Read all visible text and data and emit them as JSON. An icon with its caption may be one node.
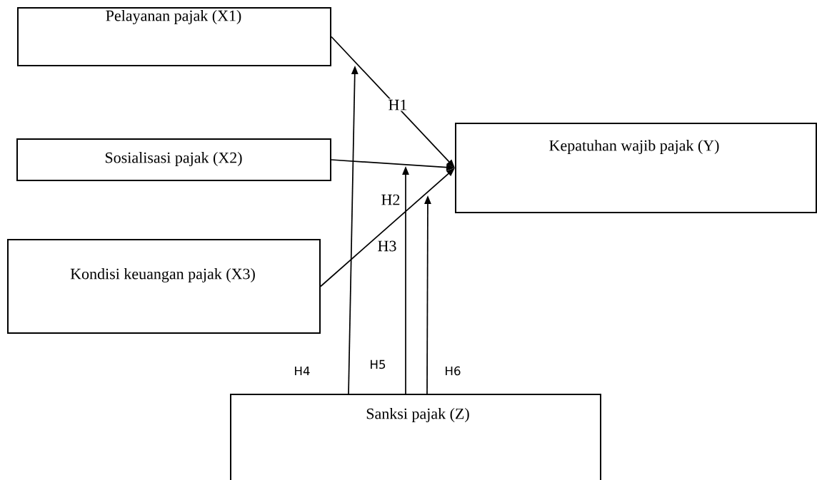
{
  "diagram": {
    "nodes": [
      {
        "text": [
          "Pelayanan pajak (X1)"
        ]
      },
      {
        "text": [
          "Sosialisasi pajak (X2)"
        ]
      },
      {
        "text": [
          "Kondisi keuangan pajak (X3)"
        ]
      },
      {
        "text": [
          "Kepatuhan wajib pajak (Y)"
        ]
      },
      {
        "text": [
          "Sanksi pajak (Z)"
        ]
      }
    ],
    "edges": [
      {
        "from": 0,
        "to": 3,
        "arrow": "to"
      },
      {
        "from": 1,
        "to": 3,
        "arrow": "to"
      },
      {
        "from": 2,
        "to": 3,
        "arrow": "to"
      },
      {
        "from": 4,
        "to": null,
        "arrow": "to"
      },
      {
        "from": 4,
        "to": null,
        "arrow": "to"
      },
      {
        "from": 4,
        "to": null,
        "arrow": "to"
      }
    ],
    "labels": [
      "H1",
      "H2",
      "H3",
      "H4",
      "H5",
      "H6"
    ]
  }
}
